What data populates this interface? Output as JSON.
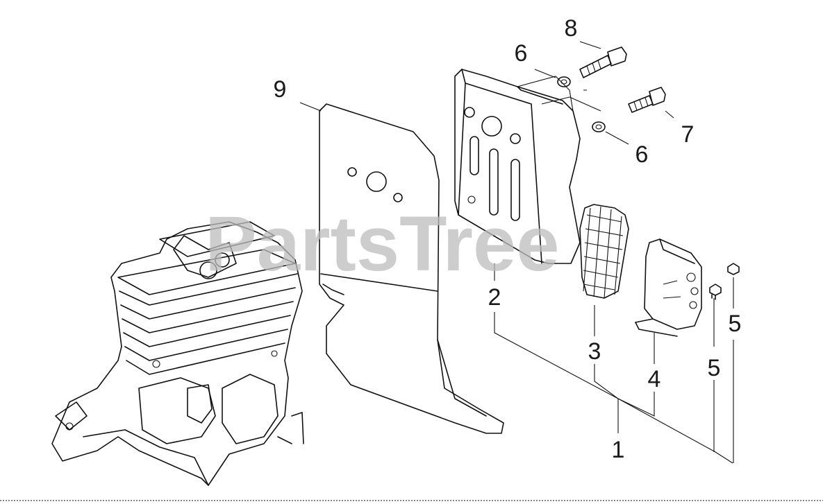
{
  "watermark": "PartsTree",
  "callouts": {
    "c1": "1",
    "c2": "2",
    "c3": "3",
    "c4": "4",
    "c5a": "5",
    "c5b": "5",
    "c6a": "6",
    "c6b": "6",
    "c7": "7",
    "c8": "8",
    "c9": "9"
  },
  "colors": {
    "line": "#111111",
    "watermark": "#bdbdbd",
    "background": "#ffffff"
  }
}
